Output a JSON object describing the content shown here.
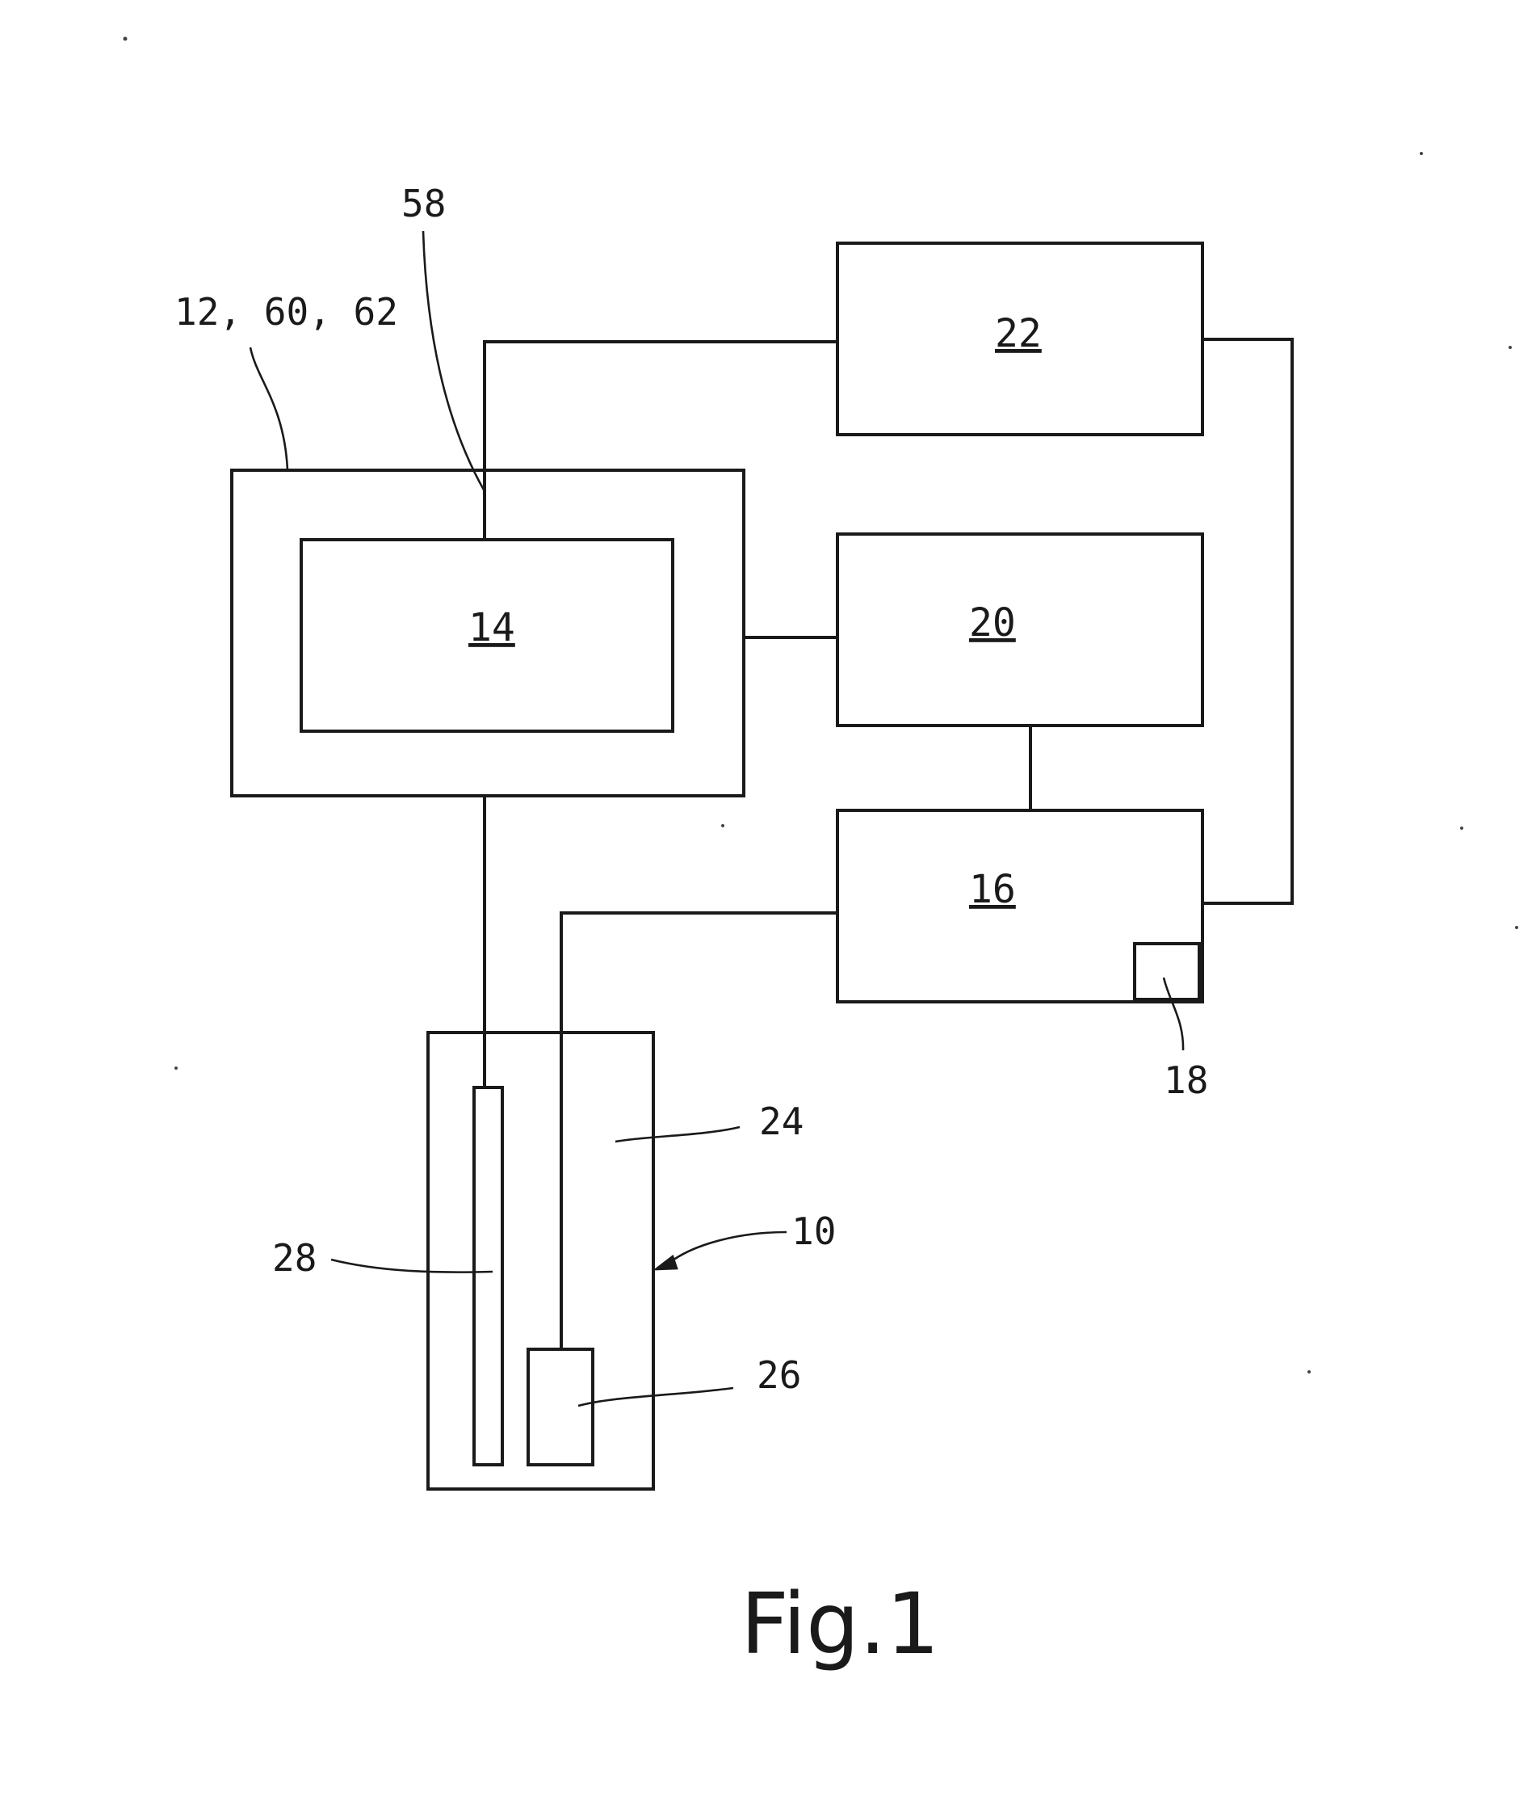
{
  "figure": {
    "caption": "Fig.1",
    "reference_numerals": {
      "outer_unit": "12, 60, 62",
      "inner_unit": "14",
      "block_16": "16",
      "block_18": "18",
      "block_20": "20",
      "block_22": "22",
      "vessel": "10",
      "vessel_medium": "24",
      "element_26": "26",
      "element_28": "28",
      "line_58": "58"
    }
  }
}
